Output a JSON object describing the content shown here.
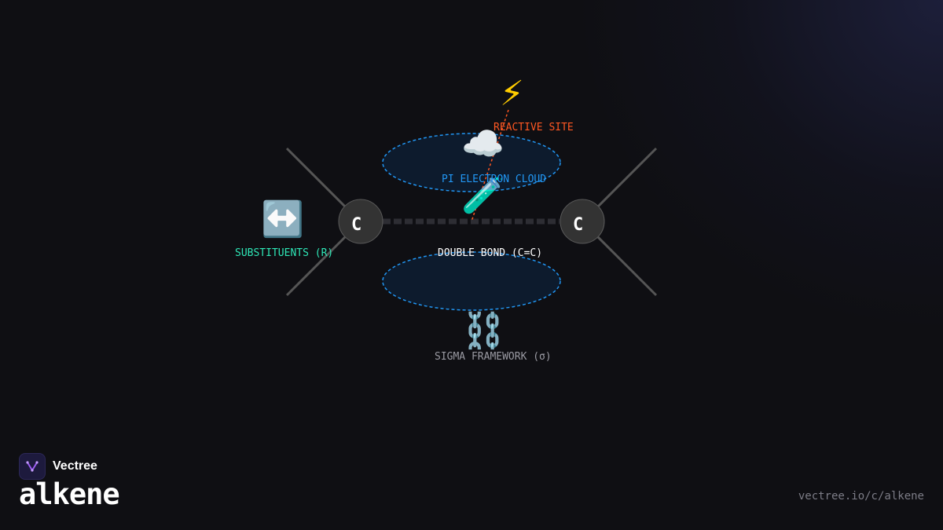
{
  "brand": {
    "name": "Vectree",
    "logo_icon": "vectree-logo-icon"
  },
  "page": {
    "title": "alkene",
    "url": "vectree.io/c/alkene"
  },
  "diagram": {
    "atoms": [
      {
        "label": "C"
      },
      {
        "label": "C"
      }
    ],
    "labels": {
      "reactive_site": "REACTIVE SITE",
      "pi_cloud": "PI ELECTRON CLOUD",
      "double_bond": "DOUBLE BOND (C=C)",
      "substituents": "SUBSTITUENTS (R)",
      "sigma": "SIGMA FRAMEWORK (σ)"
    },
    "icons": {
      "reactive_site": "⚡",
      "pi_cloud": "☁️",
      "double_bond": "🧪",
      "substituents": "↔️",
      "sigma": "⛓️"
    },
    "colors": {
      "reactive": "#ff5722",
      "pi": "#2196f3",
      "substituents": "#2ee6b6",
      "double_bond": "#ffffff",
      "sigma": "#9a9aa2",
      "atom_fill": "#333333",
      "bond": "#555555"
    }
  }
}
